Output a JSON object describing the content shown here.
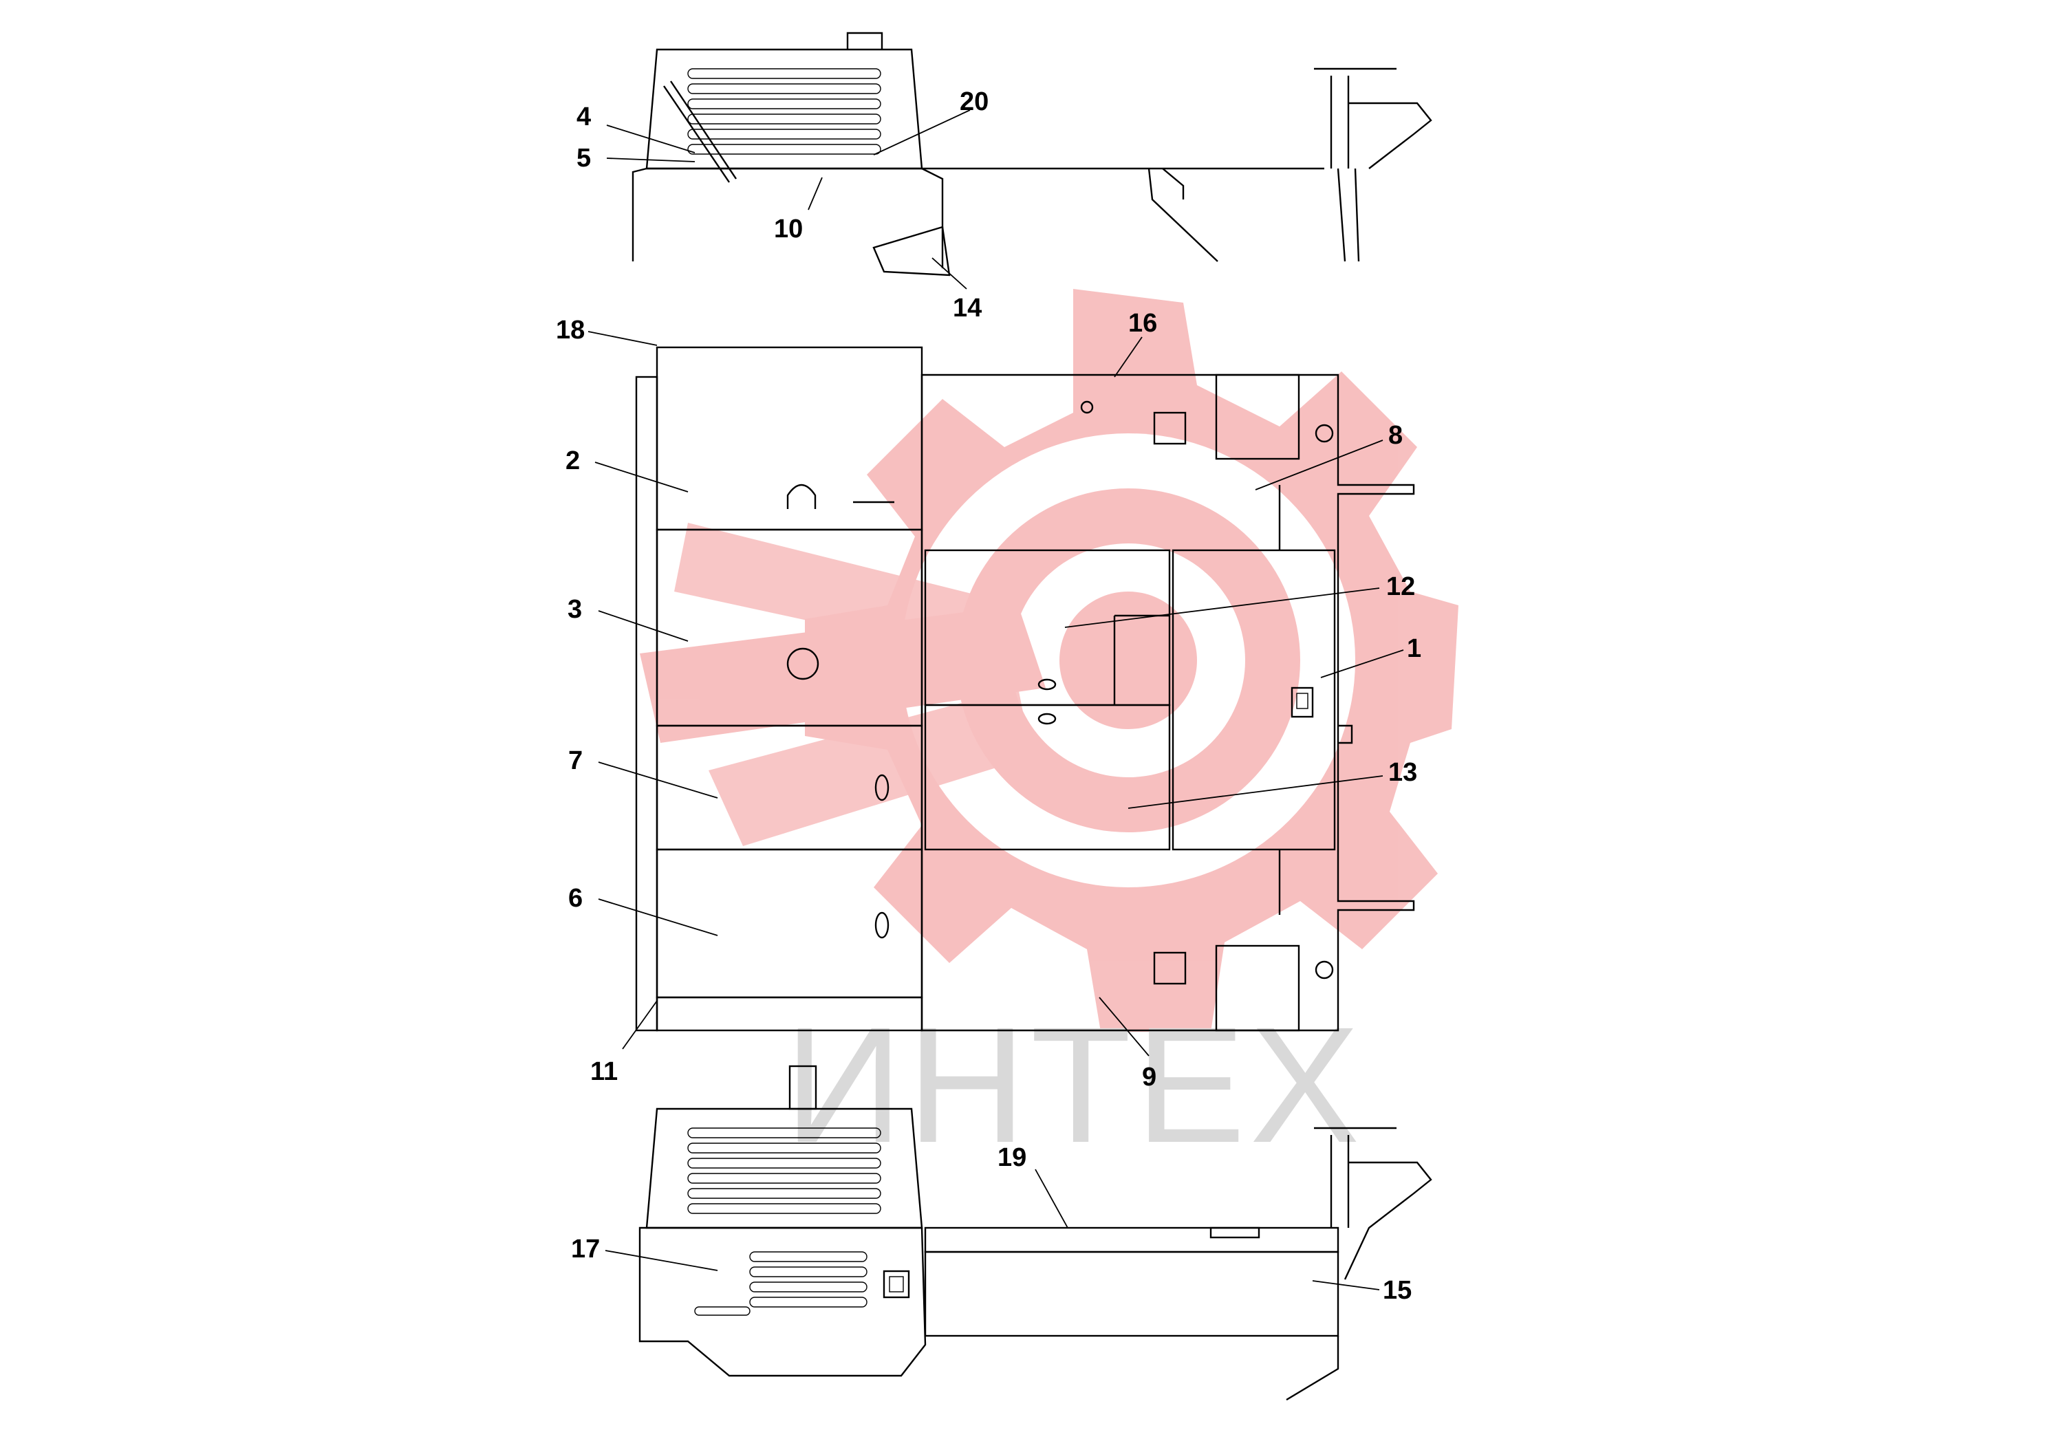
{
  "watermark": {
    "text": "ИНТЕХ",
    "logo_color": "#f6b5b5",
    "text_color": "#d9d9d9",
    "logo_icon": "gear-emblem-icon"
  },
  "callouts": [
    "1",
    "2",
    "3",
    "4",
    "5",
    "6",
    "7",
    "8",
    "9",
    "10",
    "11",
    "12",
    "13",
    "14",
    "15",
    "16",
    "17",
    "18",
    "19",
    "20"
  ],
  "colors": {
    "line": "#000000",
    "background": "#ffffff"
  }
}
